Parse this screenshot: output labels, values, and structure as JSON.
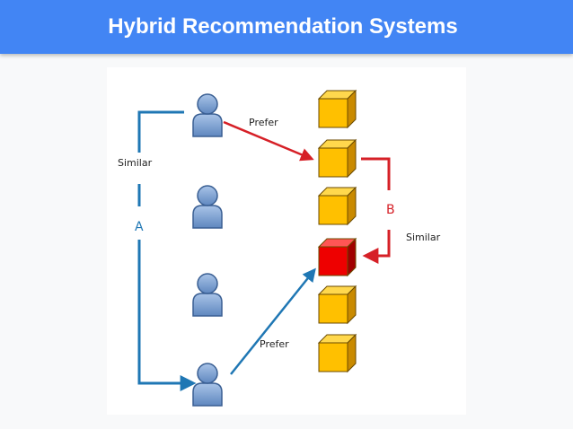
{
  "header": {
    "title": "Hybrid Recommendation Systems",
    "bg_color": "#4285f4"
  },
  "diagram": {
    "labels": {
      "similar_users": "Similar",
      "similar_items": "Similar",
      "prefer_top": "Prefer",
      "prefer_bottom": "Prefer",
      "group_a": "A",
      "group_b": "B"
    },
    "users": [
      {
        "icon": "user-icon"
      },
      {
        "icon": "user-icon"
      },
      {
        "icon": "user-icon"
      },
      {
        "icon": "user-icon"
      }
    ],
    "items": [
      {
        "icon": "cube-icon",
        "color": "#ffc000",
        "highlighted": false
      },
      {
        "icon": "cube-icon",
        "color": "#ffc000",
        "highlighted": false
      },
      {
        "icon": "cube-icon",
        "color": "#ffc000",
        "highlighted": false
      },
      {
        "icon": "cube-icon",
        "color": "#ee0000",
        "highlighted": true
      },
      {
        "icon": "cube-icon",
        "color": "#ffc000",
        "highlighted": false
      },
      {
        "icon": "cube-icon",
        "color": "#ffc000",
        "highlighted": false
      }
    ],
    "colors": {
      "blue_connector": "#1f77b4",
      "red_connector": "#d62027",
      "user_fill": "#7fa6d6",
      "user_stroke": "#3a5f93"
    }
  }
}
